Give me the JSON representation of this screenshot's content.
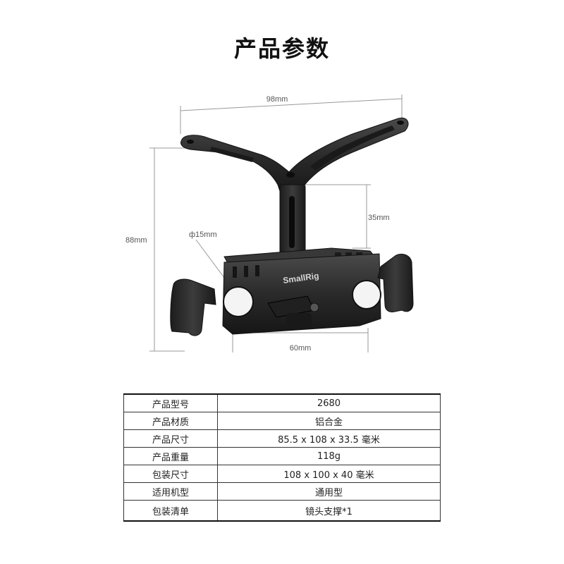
{
  "title": "产品参数",
  "diagram": {
    "brand": "SmallRig",
    "dimensions": {
      "top_width": "98mm",
      "total_height": "88mm",
      "stem_height": "35mm",
      "rod_diameter": "ф15mm",
      "clamp_width": "60mm"
    }
  },
  "specs": [
    {
      "key": "产品型号",
      "value": "2680"
    },
    {
      "key": "产品材质",
      "value": "铝合金"
    },
    {
      "key": "产品尺寸",
      "value": "85.5 x 108 x 33.5 毫米"
    },
    {
      "key": "产品重量",
      "value": "118g"
    },
    {
      "key": "包装尺寸",
      "value": "108 x 100 x 40 毫米"
    },
    {
      "key": "适用机型",
      "value": "通用型"
    },
    {
      "key": "包装清单",
      "value": "镜头支撑*1"
    }
  ]
}
